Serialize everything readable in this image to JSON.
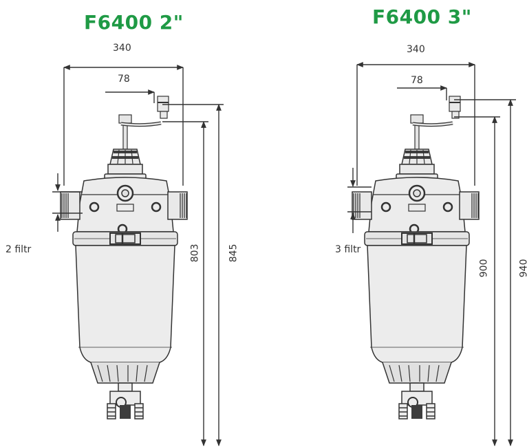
{
  "colors": {
    "title": "#1f9a45",
    "line": "#333333",
    "body": "#e9e9e9",
    "body_dark": "#3d3d3d"
  },
  "models": [
    {
      "title": "F6400 2\"",
      "width": "340",
      "offset": "78",
      "filters": "2 filtr",
      "height_inner": "803",
      "height_outer": "845"
    },
    {
      "title": "F6400 3\"",
      "width": "340",
      "offset": "78",
      "filters": "3 filtr",
      "height_inner": "900",
      "height_outer": "940"
    }
  ]
}
